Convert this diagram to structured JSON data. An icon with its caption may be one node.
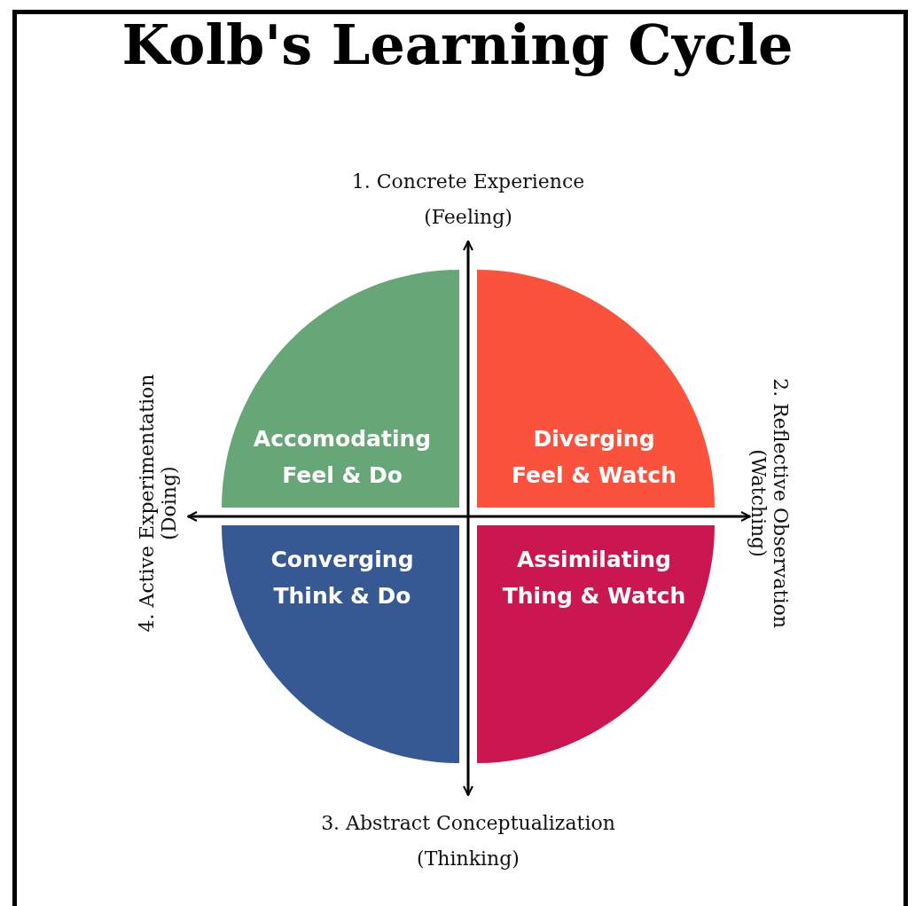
{
  "diagram": {
    "title": "Kolb's Learning Cycle",
    "nodes": [
      {
        "text": [
          "Accomodating",
          "Feel & Do"
        ]
      },
      {
        "text": [
          "Diverging",
          "Feel & Watch"
        ]
      },
      {
        "text": [
          "Converging",
          "Think & Do"
        ]
      },
      {
        "text": [
          "Assimilating",
          "Thing & Watch"
        ]
      }
    ],
    "labels": [
      "1. Concrete Experience",
      "(Feeling)",
      "4. Active Experimentation",
      "(Doing)",
      "2. Reflective Observation",
      "(Watching)",
      "3. Abstract Conceptualization",
      "(Thinking)"
    ]
  }
}
